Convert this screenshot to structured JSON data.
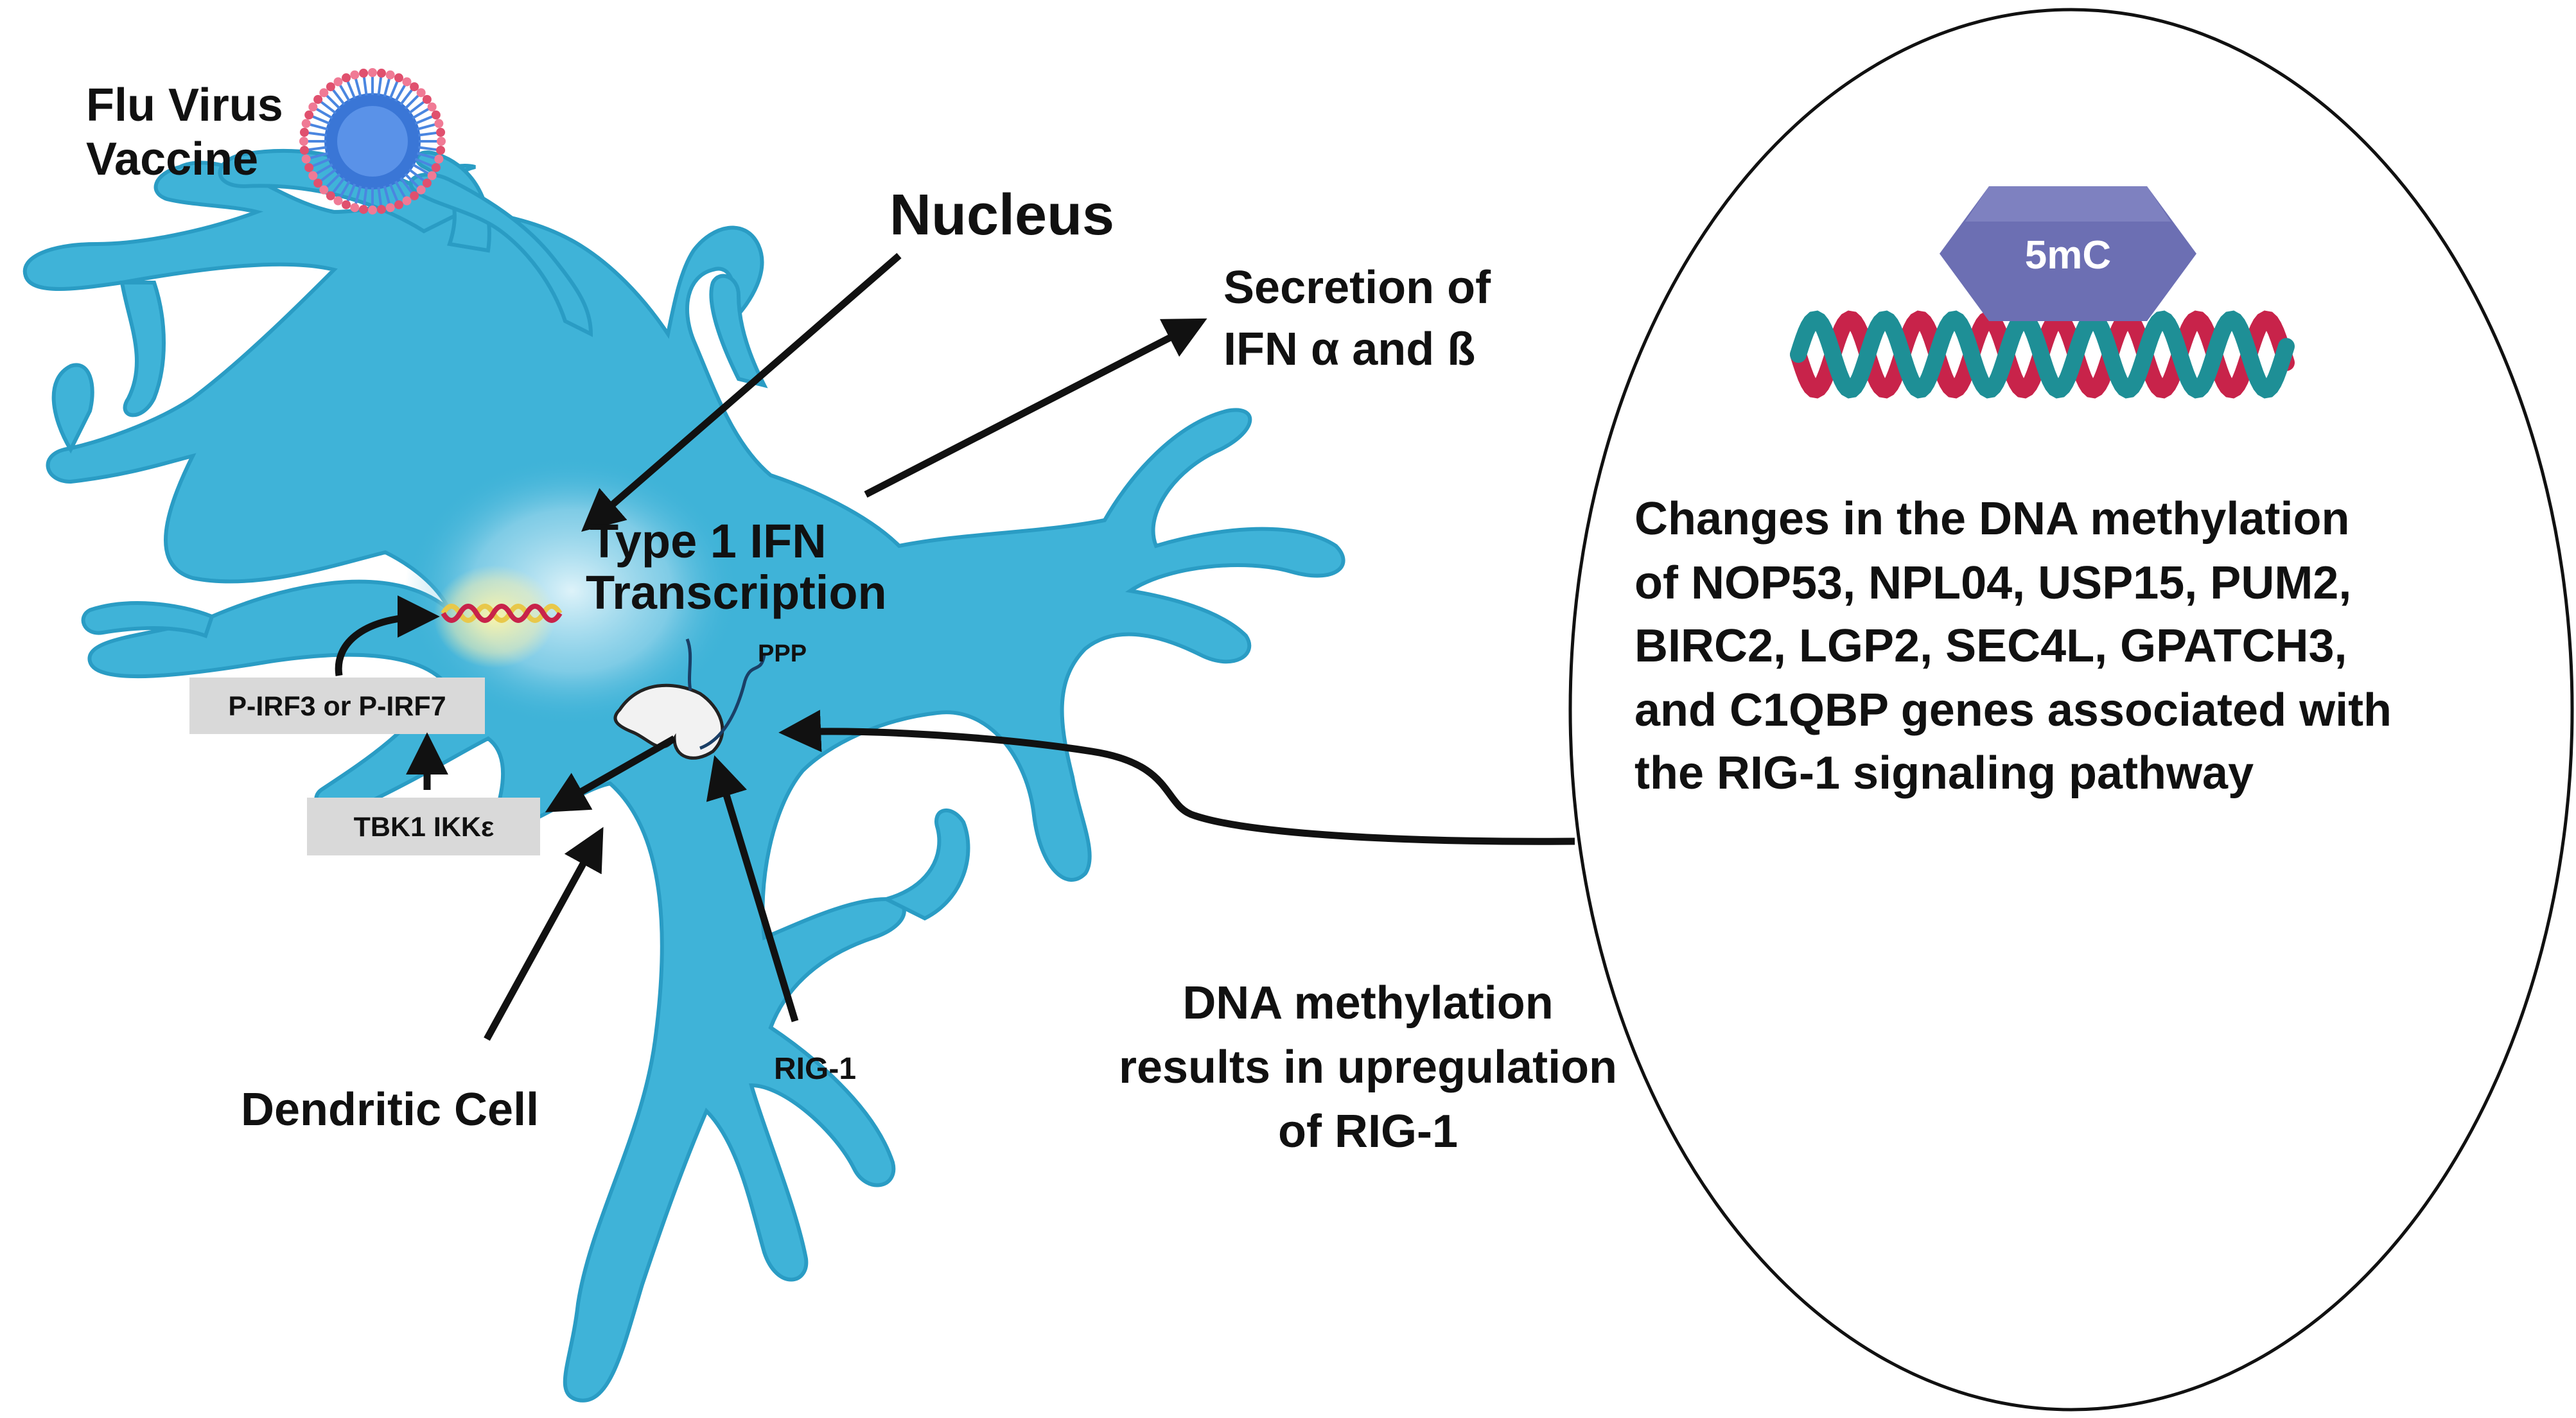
{
  "labels": {
    "flu_virus_vaccine": [
      "Flu Virus",
      "Vaccine"
    ],
    "nucleus": "Nucleus",
    "secretion": [
      "Secretion of",
      "IFN α and ß"
    ],
    "type1_ifn": [
      "Type  1 IFN",
      "Transcription"
    ],
    "ppp": "PPP",
    "p_irf": "P-IRF3 or P-IRF7",
    "tbk1": "TBK1  IKKε",
    "dendritic_cell": "Dendritic Cell",
    "rig1": "RIG-1",
    "dna_methylation_result": [
      "DNA methylation",
      "results in upregulation",
      "of RIG-1"
    ],
    "methylation_mark": "5mC",
    "circle_text": [
      "Changes in the DNA methylation",
      "of NOP53, NPL04, USP15, PUM2,",
      "BIRC2, LGP2, SEC4L, GPATCH3,",
      "and C1QBP genes associated with",
      "the RIG-1 signaling pathway"
    ]
  },
  "colors": {
    "cell_fill": "#3fb3d8",
    "cell_stroke": "#2a9cc4",
    "nucleus_glow": "#bfe6f3",
    "box_fill": "#d9d9d9",
    "hexagon": "#6c6fb3",
    "dna_red": "#c8234a",
    "dna_teal": "#1e8f96"
  }
}
